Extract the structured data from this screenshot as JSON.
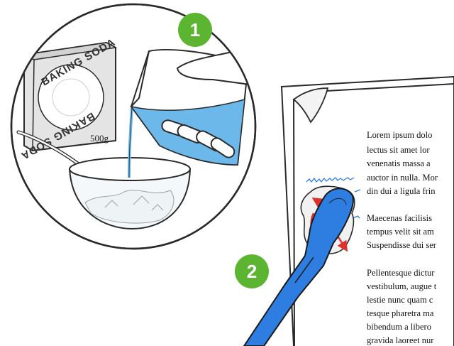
{
  "steps": [
    {
      "number": "1"
    },
    {
      "number": "2"
    }
  ],
  "box": {
    "brand_top": "BAKING SODA",
    "brand_bottom": "BAKING SODA",
    "weight": "500g"
  },
  "document": {
    "paragraphs": [
      [
        "Lorem ipsum dolo",
        "lectus sit amet lor",
        "venenatis massa a",
        "auctor in nulla. Mor",
        "din dui a ligula frin"
      ],
      [
        "Maecenas facilisis",
        "tempus velit sit am",
        "Suspendisse dui ser"
      ],
      [
        "Pellentesque dictur",
        "vestibulum, augue t",
        "lestie nunc quam c",
        "tesque pharetra ma",
        "bibendum a libero",
        "gravida laoreet nur"
      ]
    ]
  },
  "colors": {
    "step_badge": "#5cb531",
    "water": "#6cb8ea",
    "brush": "#2d7ee0",
    "arrow": "#e0302a",
    "stain": "#f1f1f1",
    "ink": "#2a2a2a"
  }
}
